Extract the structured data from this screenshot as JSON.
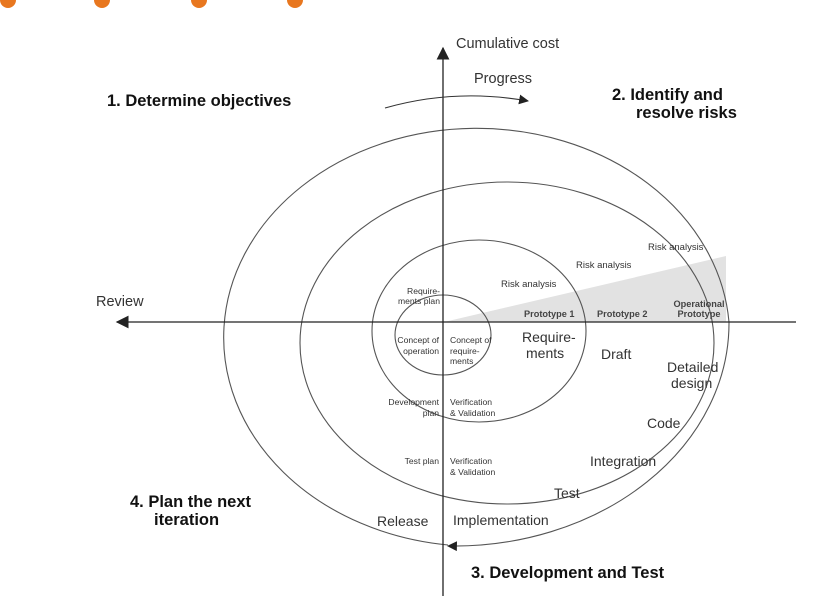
{
  "colors": {
    "accent_dot": "#e8771f",
    "line": "#555555",
    "shading": "#e2e2e2"
  },
  "axes": {
    "vertical": "Cumulative cost",
    "horizontal": "Review",
    "progress": "Progress"
  },
  "quadrants": {
    "q1": "1. Determine objectives",
    "q2_line1": "2. Identify and",
    "q2_line2": "resolve risks",
    "q3": "3. Development and Test",
    "q4_line1": "4. Plan the next",
    "q4_line2": "iteration"
  },
  "risk_analysis": [
    "Risk analysis",
    "Risk analysis",
    "Risk analysis"
  ],
  "prototypes": {
    "p1": "Prototype 1",
    "p2": "Prototype 2",
    "operational_line1": "Operational",
    "operational_line2": "Prototype"
  },
  "plans": {
    "req_plan_line1": "Require-",
    "req_plan_line2": "ments plan",
    "concept_op_line1": "Concept of",
    "concept_op_line2": "operation",
    "dev_plan_line1": "Development",
    "dev_plan_line2": "plan",
    "test_plan": "Test plan"
  },
  "concept_req": {
    "line1": "Concept of",
    "line2": "require-",
    "line3": "ments"
  },
  "vv1": {
    "line1": "Verification",
    "line2": "& Validation"
  },
  "vv2": {
    "line1": "Verification",
    "line2": "& Validation"
  },
  "development": {
    "requirements_line1": "Require-",
    "requirements_line2": "ments",
    "draft": "Draft",
    "detailed_line1": "Detailed",
    "detailed_line2": "design",
    "code": "Code",
    "integration": "Integration",
    "test": "Test",
    "implementation": "Implementation",
    "release": "Release"
  }
}
